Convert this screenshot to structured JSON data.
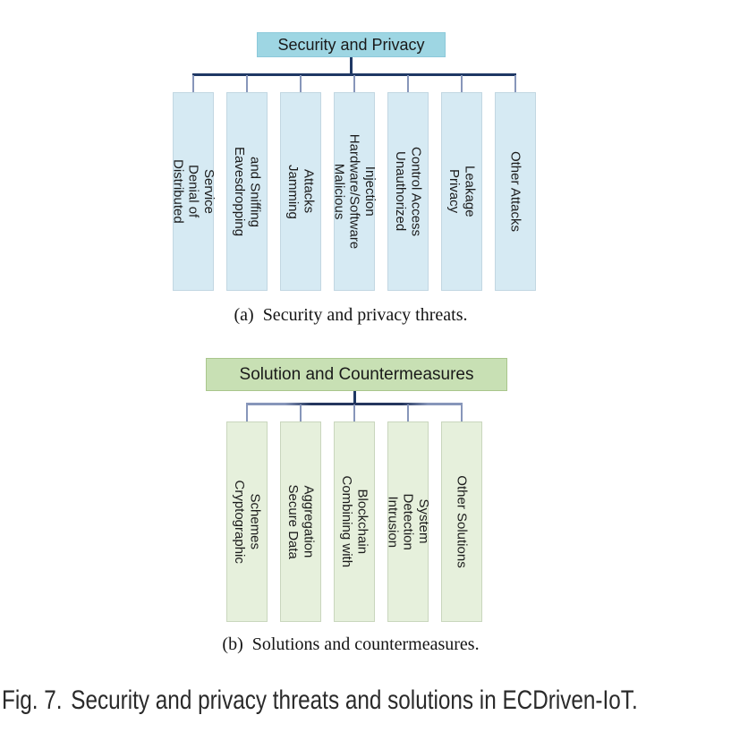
{
  "figure": {
    "label": "Fig. 7.",
    "caption": "Security and privacy threats and solutions in ECDriven-IoT."
  },
  "threats": {
    "root": "Security and Privacy",
    "items": [
      "Distributed Denial of Service",
      "Eavesdropping and Sniffing",
      "Jamming Attacks",
      "Malicious Hardware/Software\nInjection",
      "Unauthorized Control Access",
      "Privacy Leakage",
      "Other Attacks"
    ],
    "subcaption_label": "(a)",
    "subcaption": "Security and privacy threats."
  },
  "solutions": {
    "root": "Solution and Countermeasures",
    "items": [
      "Cryptographic Schemes",
      "Secure Data Aggregation",
      "Combining with Blockchain",
      "Intrusion Detection System",
      "Other Solutions"
    ],
    "subcaption_label": "(b)",
    "subcaption": "Solutions and countermeasures."
  },
  "colors": {
    "threats_root_fill": "#9ed6e3",
    "threats_leaf_fill": "#d6eaf3",
    "solutions_root_fill": "#c8e0b4",
    "solutions_leaf_fill": "#e6f0dc",
    "connector_dark": "#1f3864",
    "connector_light": "#8796ba"
  }
}
